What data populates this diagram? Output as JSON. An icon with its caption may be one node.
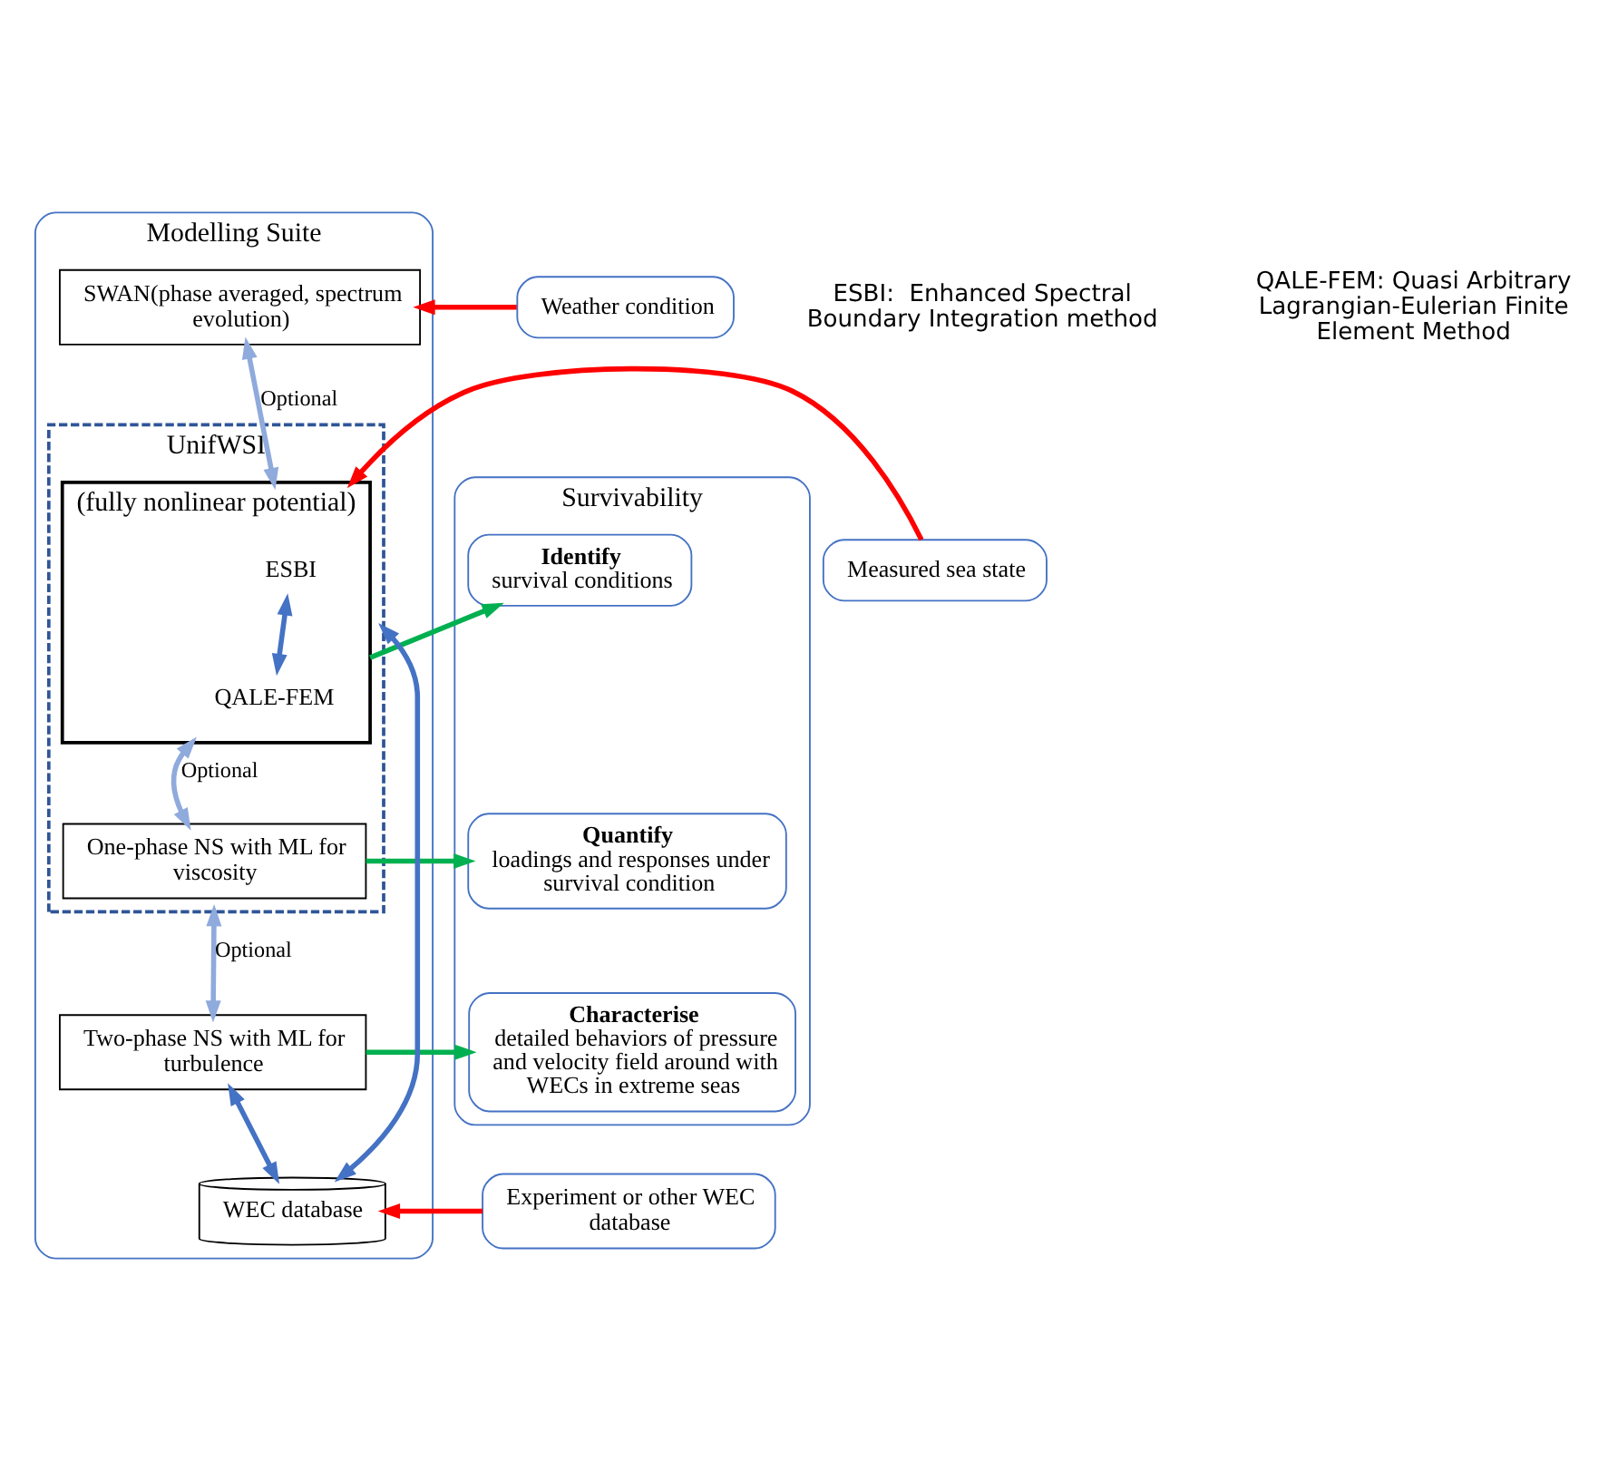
{
  "diagram": {
    "nodes": [
      {
        "text": [
          "Modelling Suite"
        ]
      },
      {
        "text": [
          "SWAN(phase averaged, spectrum evolution)"
        ],
        "in": 0
      },
      {
        "text": [
          "UnifWSI"
        ],
        "in": 0
      },
      {
        "text": [
          "(fully nonlinear potential)"
        ],
        "in": 2
      },
      {
        "text": [
          "ESBI"
        ],
        "in": 3
      },
      {
        "text": [
          "QALE-FEM"
        ],
        "in": 3
      },
      {
        "text": [
          "One-phase NS with ML for viscosity"
        ],
        "in": 2
      },
      {
        "text": [
          "Two-phase NS with ML for turbulence"
        ],
        "in": 0
      },
      {
        "text": [
          "WEC database"
        ],
        "in": 0
      },
      {
        "text": [
          "Weather condition"
        ]
      },
      {
        "text": [
          "Measured sea state"
        ]
      },
      {
        "text": [
          "Experiment or other WEC database"
        ]
      },
      {
        "text": [
          "Survivability"
        ]
      },
      {
        "text": [
          "Identify",
          "survival conditions"
        ],
        "in": 12
      },
      {
        "text": [
          "Quantify",
          "loadings and responses under survival condition"
        ],
        "in": 12
      },
      {
        "text": [
          "Characterise",
          "detailed behaviors of pressure and velocity field around with WECs in extreme seas"
        ],
        "in": 12
      }
    ],
    "edges": [
      {
        "from": 9,
        "to": 1,
        "arrow": "to",
        "color": "#ff0000"
      },
      {
        "from": 10,
        "to": 3,
        "arrow": "to",
        "color": "#ff0000"
      },
      {
        "from": 11,
        "to": 8,
        "arrow": "to",
        "color": "#ff0000"
      },
      {
        "from": 1,
        "to": 3,
        "arrow": "both",
        "label": "Optional",
        "color": "#8faadc"
      },
      {
        "from": 3,
        "to": 6,
        "arrow": "both",
        "label": "Optional",
        "color": "#8faadc"
      },
      {
        "from": 2,
        "to": 7,
        "arrow": "both",
        "label": "Optional",
        "color": "#8faadc"
      },
      {
        "from": 4,
        "to": 5,
        "arrow": "both",
        "color": "#4472c4"
      },
      {
        "from": 8,
        "to": 2,
        "arrow": "both",
        "color": "#4472c4"
      },
      {
        "from": 7,
        "to": 8,
        "arrow": "both",
        "color": "#4472c4"
      },
      {
        "from": 3,
        "to": 13,
        "arrow": "to",
        "color": "#00b050"
      },
      {
        "from": 6,
        "to": 14,
        "arrow": "to",
        "color": "#00b050"
      },
      {
        "from": 7,
        "to": 15,
        "arrow": "to",
        "color": "#00b050"
      }
    ],
    "labels": [
      "ESBI:  Enhanced Spectral Boundary Integration method",
      "QALE-FEM: Quasi Arbitrary Lagrangian-Eulerian Finite Element Method"
    ]
  }
}
